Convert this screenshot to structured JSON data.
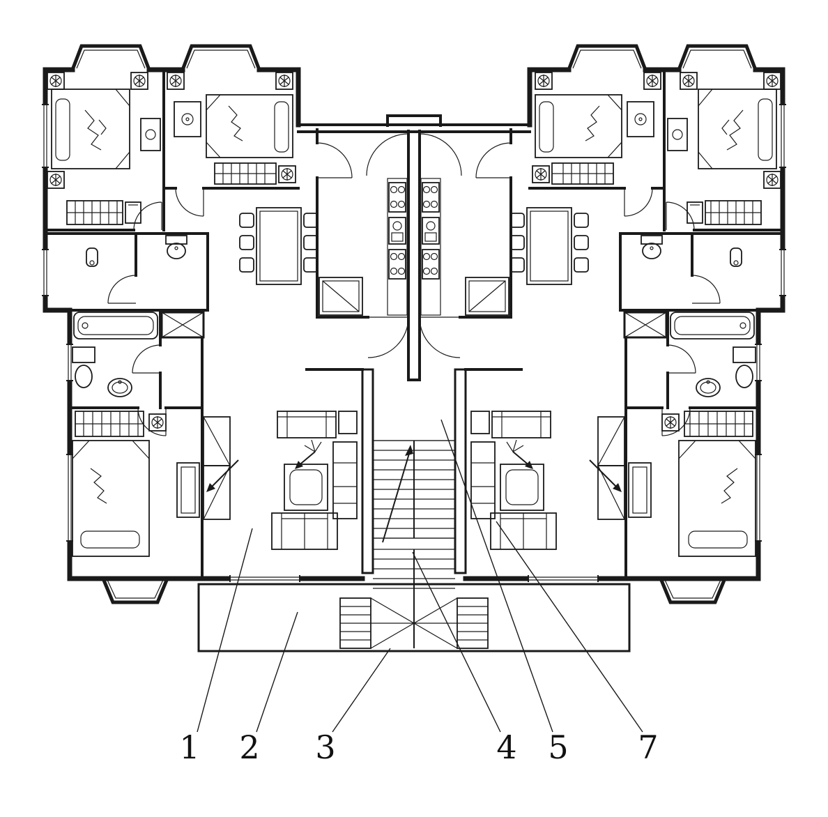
{
  "figure": {
    "kind": "apartment floor plan, two mirrored units with central staircase and porch",
    "colors": {
      "line": "#1a1a1a",
      "background": "#ffffff"
    },
    "callouts": [
      {
        "label": "1"
      },
      {
        "label": "2"
      },
      {
        "label": "3"
      },
      {
        "label": "4"
      },
      {
        "label": "5"
      },
      {
        "label": "7"
      }
    ]
  }
}
